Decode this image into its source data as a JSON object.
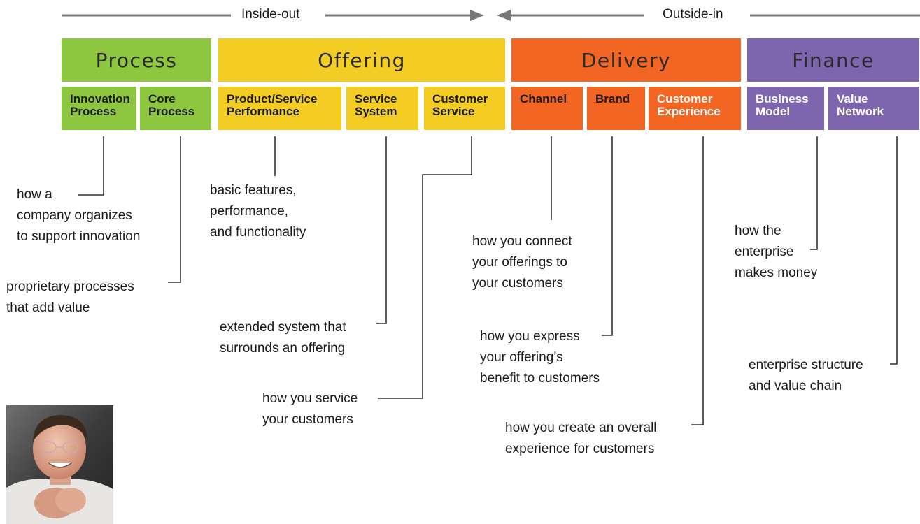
{
  "header": {
    "inside_out": "Inside-out",
    "outside_in": "Outside-in"
  },
  "categories": {
    "process": {
      "label": "Process",
      "color": "#8dc63f"
    },
    "offering": {
      "label": "Offering",
      "color": "#f4cd24"
    },
    "delivery": {
      "label": "Delivery",
      "color": "#f26522"
    },
    "finance": {
      "label": "Finance",
      "color": "#7e66ae"
    }
  },
  "types": {
    "innovation_process": "Innovation\nProcess",
    "core_process": "Core\nProcess",
    "product_performance": "Product/Service\nPerformance",
    "service_system": "Service\nSystem",
    "customer_service": "Customer\nService",
    "channel": "Channel",
    "brand": "Brand",
    "customer_experience": "Customer\nExperience",
    "business_model": "Business\nModel",
    "value_network": "Value\nNetwork"
  },
  "descriptions": {
    "innovation_process": "how a\ncompany organizes\nto support innovation",
    "core_process": "proprietary processes\nthat add value",
    "product_performance": "basic features,\nperformance,\nand functionality",
    "service_system": "extended system that\nsurrounds an offering",
    "customer_service": "how you service\nyour customers",
    "channel": "how you connect\nyour offerings to\nyour customers",
    "brand": "how you express\nyour offering’s\nbenefit to customers",
    "customer_experience": "how you create an overall\nexperience for customers",
    "business_model": "how the\nenterprise\nmakes money",
    "value_network": "enterprise structure\nand value chain"
  },
  "colors": {
    "line": "#333333",
    "arrow": "#777777",
    "sub_text_dark": "#1a1a1a",
    "sub_text_light": "#ffffff"
  }
}
